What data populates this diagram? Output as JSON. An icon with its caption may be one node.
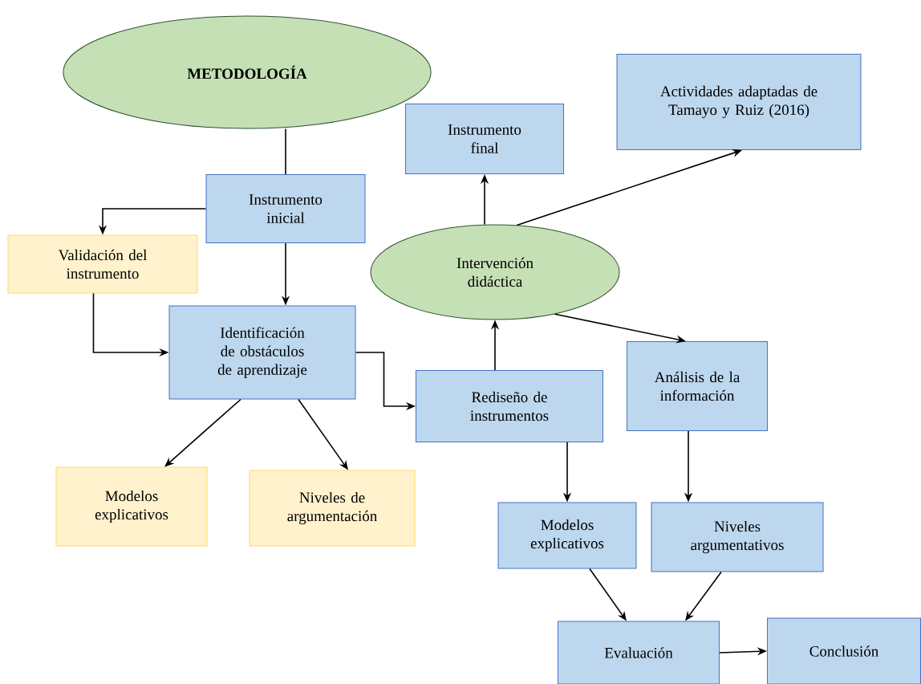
{
  "diagram": {
    "nodes": [
      {
        "text": [
          "METODOLOGÍA"
        ]
      },
      {
        "text": [
          "Instrumento inicial"
        ]
      },
      {
        "text": [
          "Validación del instrumento"
        ]
      },
      {
        "text": [
          "Identificación de obstáculos de aprendizaje"
        ]
      },
      {
        "text": [
          "Modelos explicativos"
        ]
      },
      {
        "text": [
          "Niveles de argumentación"
        ]
      },
      {
        "text": [
          "Instrumento final"
        ]
      },
      {
        "text": [
          "Actividades adaptadas de Tamayo y Ruiz (2016)"
        ]
      },
      {
        "text": [
          "Intervención didáctica"
        ]
      },
      {
        "text": [
          "Rediseño de instrumentos"
        ]
      },
      {
        "text": [
          "Análisis de la información"
        ]
      },
      {
        "text": [
          "Modelos explicativos"
        ]
      },
      {
        "text": [
          "Niveles argumentativos"
        ]
      },
      {
        "text": [
          "Evaluación"
        ]
      },
      {
        "text": [
          "Conclusión"
        ]
      }
    ],
    "edges": [
      {
        "from": 0,
        "to": 1,
        "arrow": "none"
      },
      {
        "from": 1,
        "to": 2,
        "arrow": "to"
      },
      {
        "from": 1,
        "to": 3,
        "arrow": "to"
      },
      {
        "from": 2,
        "to": 3,
        "arrow": "to"
      },
      {
        "from": 3,
        "to": 4,
        "arrow": "to"
      },
      {
        "from": 3,
        "to": 5,
        "arrow": "to"
      },
      {
        "from": 3,
        "to": 9,
        "arrow": "to"
      },
      {
        "from": 9,
        "to": 8,
        "arrow": "to"
      },
      {
        "from": 8,
        "to": 6,
        "arrow": "to"
      },
      {
        "from": 8,
        "to": 7,
        "arrow": "to"
      },
      {
        "from": 8,
        "to": 10,
        "arrow": "to"
      },
      {
        "from": 9,
        "to": 11,
        "arrow": "to"
      },
      {
        "from": 10,
        "to": 12,
        "arrow": "to"
      },
      {
        "from": 11,
        "to": 13,
        "arrow": "to"
      },
      {
        "from": 12,
        "to": 13,
        "arrow": "to"
      },
      {
        "from": 13,
        "to": 14,
        "arrow": "to"
      }
    ]
  }
}
